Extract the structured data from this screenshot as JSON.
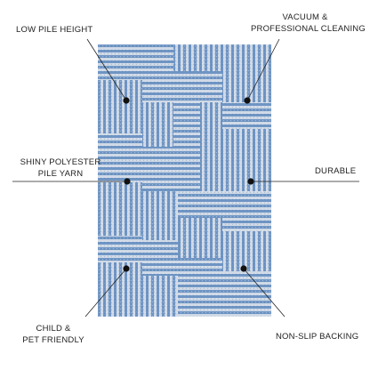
{
  "rug": {
    "color_base": "#cfd9e6",
    "color_stripe": "#6f95c4",
    "color_stripe_dark": "#5a82b6",
    "pattern": "basket-weave stripes"
  },
  "callouts": {
    "low_pile": {
      "text": "LOW PILE HEIGHT"
    },
    "vacuum": {
      "line1": "VACUUM &",
      "line2": "PROFESSIONAL CLEANING"
    },
    "shiny": {
      "line1": "SHINY POLYESTER",
      "line2": "PILE YARN"
    },
    "durable": {
      "text": "DURABLE"
    },
    "child": {
      "line1": "CHILD &",
      "line2": "PET FRIENDLY"
    },
    "nonslip": {
      "text": "NON-SLIP BACKING"
    }
  },
  "line_color": "#222222",
  "dot_color": "#111111"
}
